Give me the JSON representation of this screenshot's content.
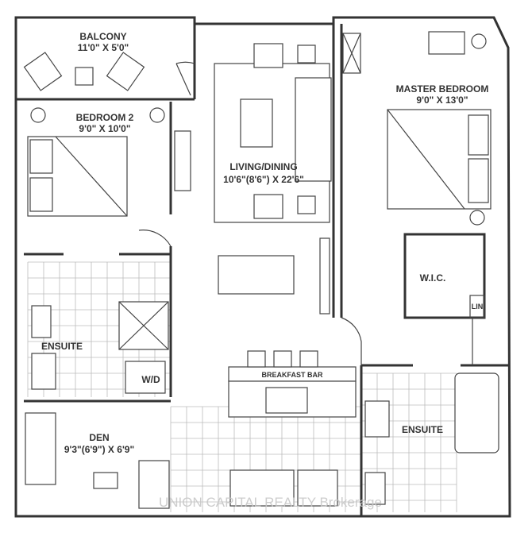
{
  "rooms": {
    "balcony": {
      "name": "BALCONY",
      "size": "11'0\" X 5'0\""
    },
    "bedroom2": {
      "name": "BEDROOM 2",
      "size": "9'0\" X 10'0\""
    },
    "living": {
      "name": "LIVING/DINING",
      "size": "10'6\"(8'6\") X 22'6\""
    },
    "master": {
      "name": "MASTER BEDROOM",
      "size": "9'0\" X 13'0\""
    },
    "wic": {
      "name": "W.I.C."
    },
    "lin": {
      "name": "LIN"
    },
    "ensuite_left": {
      "name": "ENSUITE"
    },
    "wd": {
      "name": "W/D"
    },
    "breakfast": {
      "name": "BREAKFAST BAR"
    },
    "ensuite_right": {
      "name": "ENSUITE"
    },
    "den": {
      "name": "DEN",
      "size": "9'3\"(6'9\") X 6'9\""
    }
  },
  "watermark": "UNION CAPITAL REALTY Brokerage"
}
